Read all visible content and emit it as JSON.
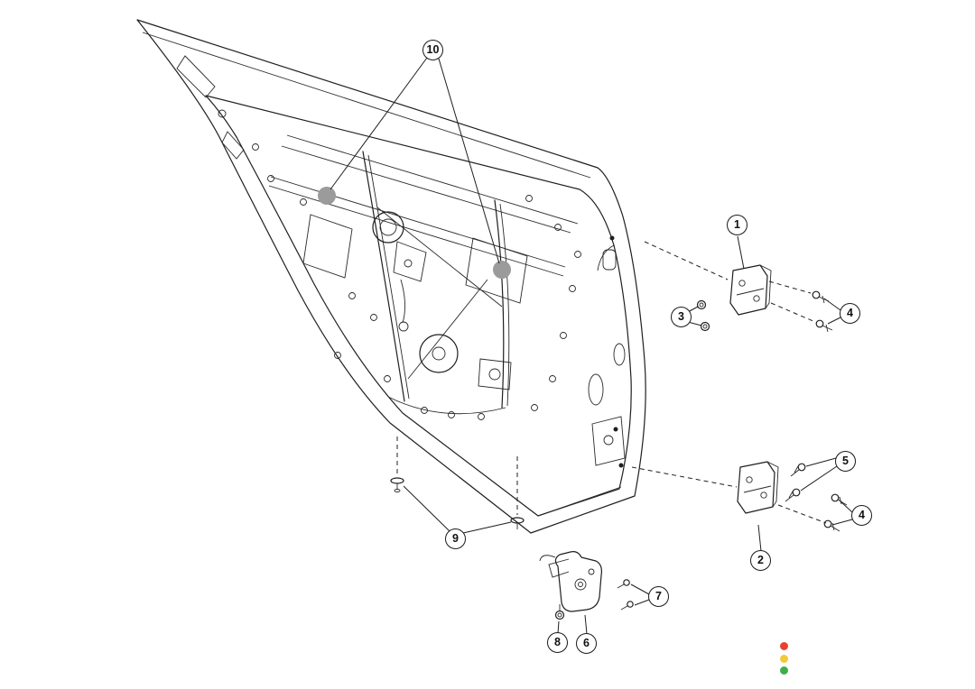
{
  "figure": {
    "type": "exploded-parts-diagram",
    "subject": "Rear door panel assembly with hinges, latch and fasteners",
    "background_color": "#ffffff",
    "line_color": "#1f1f1f",
    "grommet_color": "#9b9b9b"
  },
  "callouts": [
    {
      "label": "10"
    },
    {
      "label": "1"
    },
    {
      "label": "3"
    },
    {
      "label": "4"
    },
    {
      "label": "5"
    },
    {
      "label": "4"
    },
    {
      "label": "2"
    },
    {
      "label": "7"
    },
    {
      "label": "6"
    },
    {
      "label": "8"
    },
    {
      "label": "9"
    }
  ],
  "status_indicator": {
    "dots": [
      {
        "name": "red",
        "color": "#e8432d"
      },
      {
        "name": "yellow",
        "color": "#f3c83b"
      },
      {
        "name": "green",
        "color": "#3fae49"
      }
    ]
  }
}
